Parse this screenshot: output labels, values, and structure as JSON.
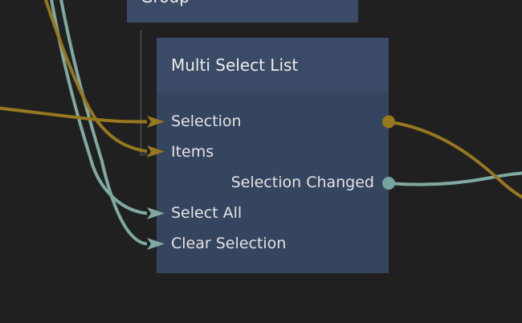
{
  "colors": {
    "background": "#202020",
    "node_header": "#3b4a66",
    "node_body": "#35445f",
    "title_text": "#ececec",
    "port_text": "#e3e3e3",
    "gold_wire": "#97771f",
    "teal_wire": "#7fa9a1",
    "gold_dot": "#97771d",
    "teal_dot": "#74a49d",
    "boundary_line": "#4c4e52"
  },
  "group_node": {
    "title": "Group"
  },
  "node": {
    "title": "Multi Select List",
    "ports": [
      {
        "label": "Selection",
        "side": "left",
        "type": "input"
      },
      {
        "label": "Items",
        "side": "left",
        "type": "input"
      },
      {
        "label": "Selection Changed",
        "side": "right",
        "type": "output"
      },
      {
        "label": "Select All",
        "side": "left",
        "type": "input"
      },
      {
        "label": "Clear Selection",
        "side": "left",
        "type": "input"
      }
    ]
  }
}
